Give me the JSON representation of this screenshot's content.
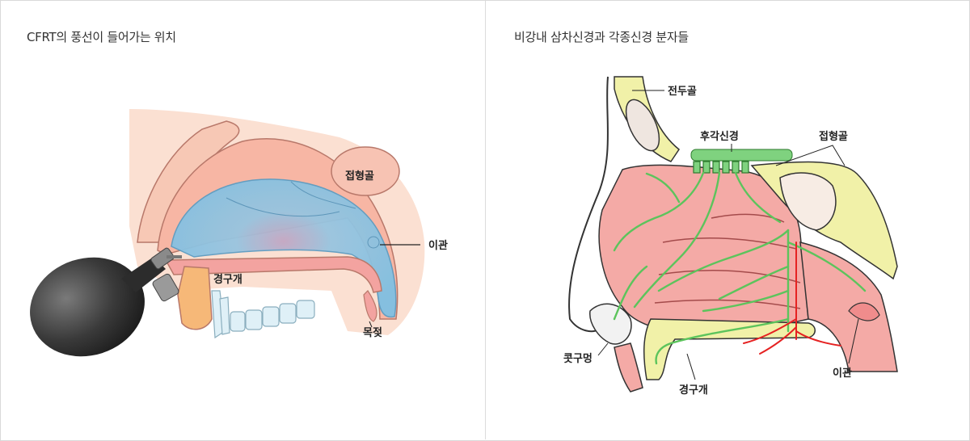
{
  "left_panel": {
    "title": "CFRT의 풍선이 들어가는 위치",
    "labels": {
      "sphenoid": "접형골",
      "eustachian": "이관",
      "palate": "경구개",
      "uvula": "목젖"
    }
  },
  "right_panel": {
    "title": "비강내 삼차신경과 각종신경 분자들",
    "labels": {
      "frontal": "전두골",
      "olfactory": "후각신경",
      "sphenoid": "접형골",
      "nostril": "콧구멍",
      "palate": "경구개",
      "eustachian": "이관"
    }
  },
  "colors": {
    "skin": "#fbe0d2",
    "tissue": "#f7b6a4",
    "balloon": "#8ec9e8",
    "bone": "#f1f1a8",
    "mucosa": "#f2a7a7",
    "nerve": "#7fd27f",
    "artery": "#e52222",
    "bulb": "#3a3a3a"
  }
}
